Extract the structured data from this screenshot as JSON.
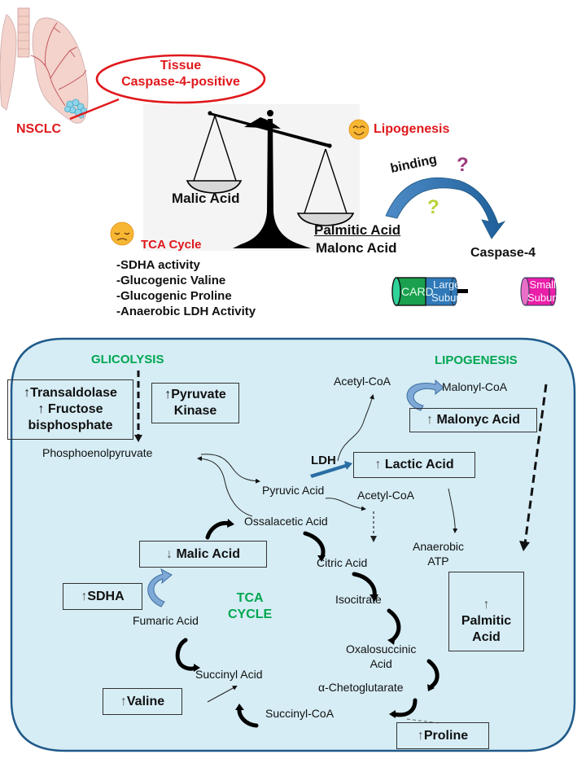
{
  "top": {
    "tissue_label_line1": "Tissue",
    "tissue_label_line2": "Caspase-4-positive",
    "nsclc_label": "NSCLC",
    "scale": {
      "left_pan_label": "Malic Acid",
      "right_pan_label_line1": "Palmitic Acid",
      "right_pan_label_line2": "Malonc Acid"
    },
    "lipogenesis": {
      "emoji": "😊",
      "label": "Lipogenesis"
    },
    "tca": {
      "emoji": "😔",
      "label": "TCA Cycle",
      "items": [
        "-SDHA activity",
        "-Glucogenic Valine",
        "-Glucogenic Proline",
        "-Anaerobic LDH Activity"
      ]
    },
    "binding_label": "binding",
    "question_mark": "?",
    "caspase_label": "Caspase-4",
    "caspase_domains": {
      "card": "CARD",
      "large_line1": "Large",
      "large_line2": "Subun",
      "small_line1": "Small",
      "small_line2": "Subun"
    }
  },
  "pathway": {
    "glicolysis_title": "GLICOLYSIS",
    "lipogenesis_title": "LIPOGENESIS",
    "tca_title_line1": "TCA",
    "tca_title_line2": "CYCLE",
    "boxes": {
      "transaldolase": "↑Transaldolase",
      "fructose": "↑ Fructose",
      "bisphosphate": "bisphosphate",
      "pyruvate_kinase_line1": "↑Pyruvate",
      "pyruvate_kinase_line2": "Kinase",
      "malonyc_acid": "Malonyc Acid",
      "lactic_acid": "Lactic Acid",
      "malic_acid": "Malic Acid",
      "sdha": "SDHA",
      "palmitic_line1": "Palmitic",
      "palmitic_line2": "Acid",
      "valine": "Valine",
      "proline": "Proline"
    },
    "arrows": {
      "up": "↑",
      "down": "↓"
    },
    "ldh_label": "LDH",
    "metabolites": {
      "phosphoenolpyruvate": "Phosphoenolpyruvate",
      "acetyl_coa_top": "Acetyl-CoA",
      "malonyl_coa": "Malonyl-CoA",
      "pyruvic_acid": "Pyruvic Acid",
      "acetyl_coa_mid": "Acetyl-CoA",
      "ossalacetic_acid": "Ossalacetic Acid",
      "citric_acid": "Citric Acid",
      "anaerobic": "Anaerobic",
      "atp": "ATP",
      "isocitrate": "Isocitrate",
      "fumaric_acid": "Fumaric Acid",
      "oxalosuccinic": "Oxalosuccinic",
      "oxalosuccinic_acid": "Acid",
      "alpha_chetoglutarate": "α-Chetoglutarate",
      "succinyl_acid": "Succinyl Acid",
      "succinyl_coa": "Succinyl-CoA"
    },
    "colors": {
      "panel_fill": "#d6edf5",
      "panel_border": "#1f5a8a",
      "title_green": "#00a650",
      "accent_red": "#e0181c",
      "ldh_blue": "#2a6da3"
    }
  }
}
